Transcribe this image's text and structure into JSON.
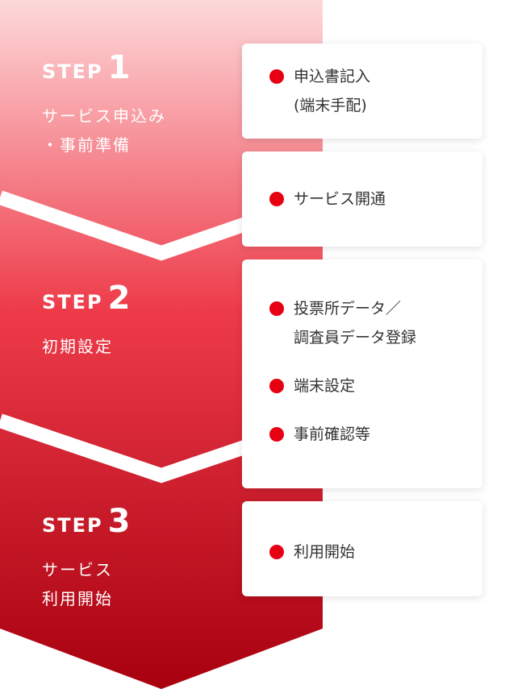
{
  "colors": {
    "gradient_top": "#fdd9da",
    "gradient_mid": "#ee3b4a",
    "gradient_bottom": "#a8000f",
    "bullet": "#e60012",
    "step_text": "#ffffff",
    "card_text": "#333333"
  },
  "steps": [
    {
      "word": "STEP",
      "number": "1",
      "title_lines": [
        "サービス申込み",
        "・事前準備"
      ]
    },
    {
      "word": "STEP",
      "number": "2",
      "title_lines": [
        "初期設定"
      ]
    },
    {
      "word": "STEP",
      "number": "3",
      "title_lines": [
        "サービス",
        "利用開始"
      ]
    }
  ],
  "cards": [
    {
      "items": [
        {
          "lines": [
            "申込書記入",
            "(端末手配)"
          ]
        }
      ]
    },
    {
      "items": [
        {
          "lines": [
            "サービス開通"
          ]
        }
      ]
    },
    {
      "items": [
        {
          "lines": [
            "投票所データ／",
            "調査員データ登録"
          ]
        },
        {
          "lines": [
            "端末設定"
          ]
        },
        {
          "lines": [
            "事前確認等"
          ]
        }
      ]
    },
    {
      "items": [
        {
          "lines": [
            "利用開始"
          ]
        }
      ]
    }
  ]
}
